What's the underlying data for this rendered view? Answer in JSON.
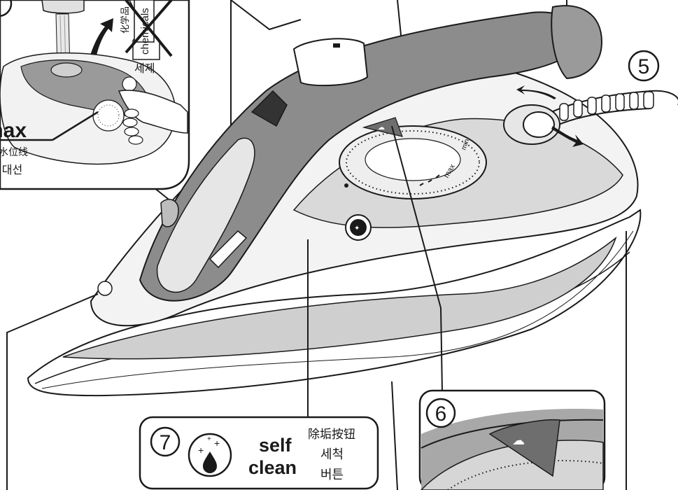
{
  "inset_top_left": {
    "chinese_label": "化学品",
    "chemicals_label": "chemicals",
    "korean_detergent": "세제",
    "max_label": "max",
    "max_line_cn": "最高水位线",
    "max_line_kr": "최대선"
  },
  "callouts": {
    "hose_number": "5",
    "dial_number": "6",
    "self_clean_number": "7"
  },
  "dial": {
    "max_mark": "max",
    "min_mark": "min"
  },
  "self_clean_box": {
    "title_line1": "self",
    "title_line2": "clean",
    "chinese": "除垢按钮",
    "korean_line1": "세척",
    "korean_line2": "버튼"
  }
}
